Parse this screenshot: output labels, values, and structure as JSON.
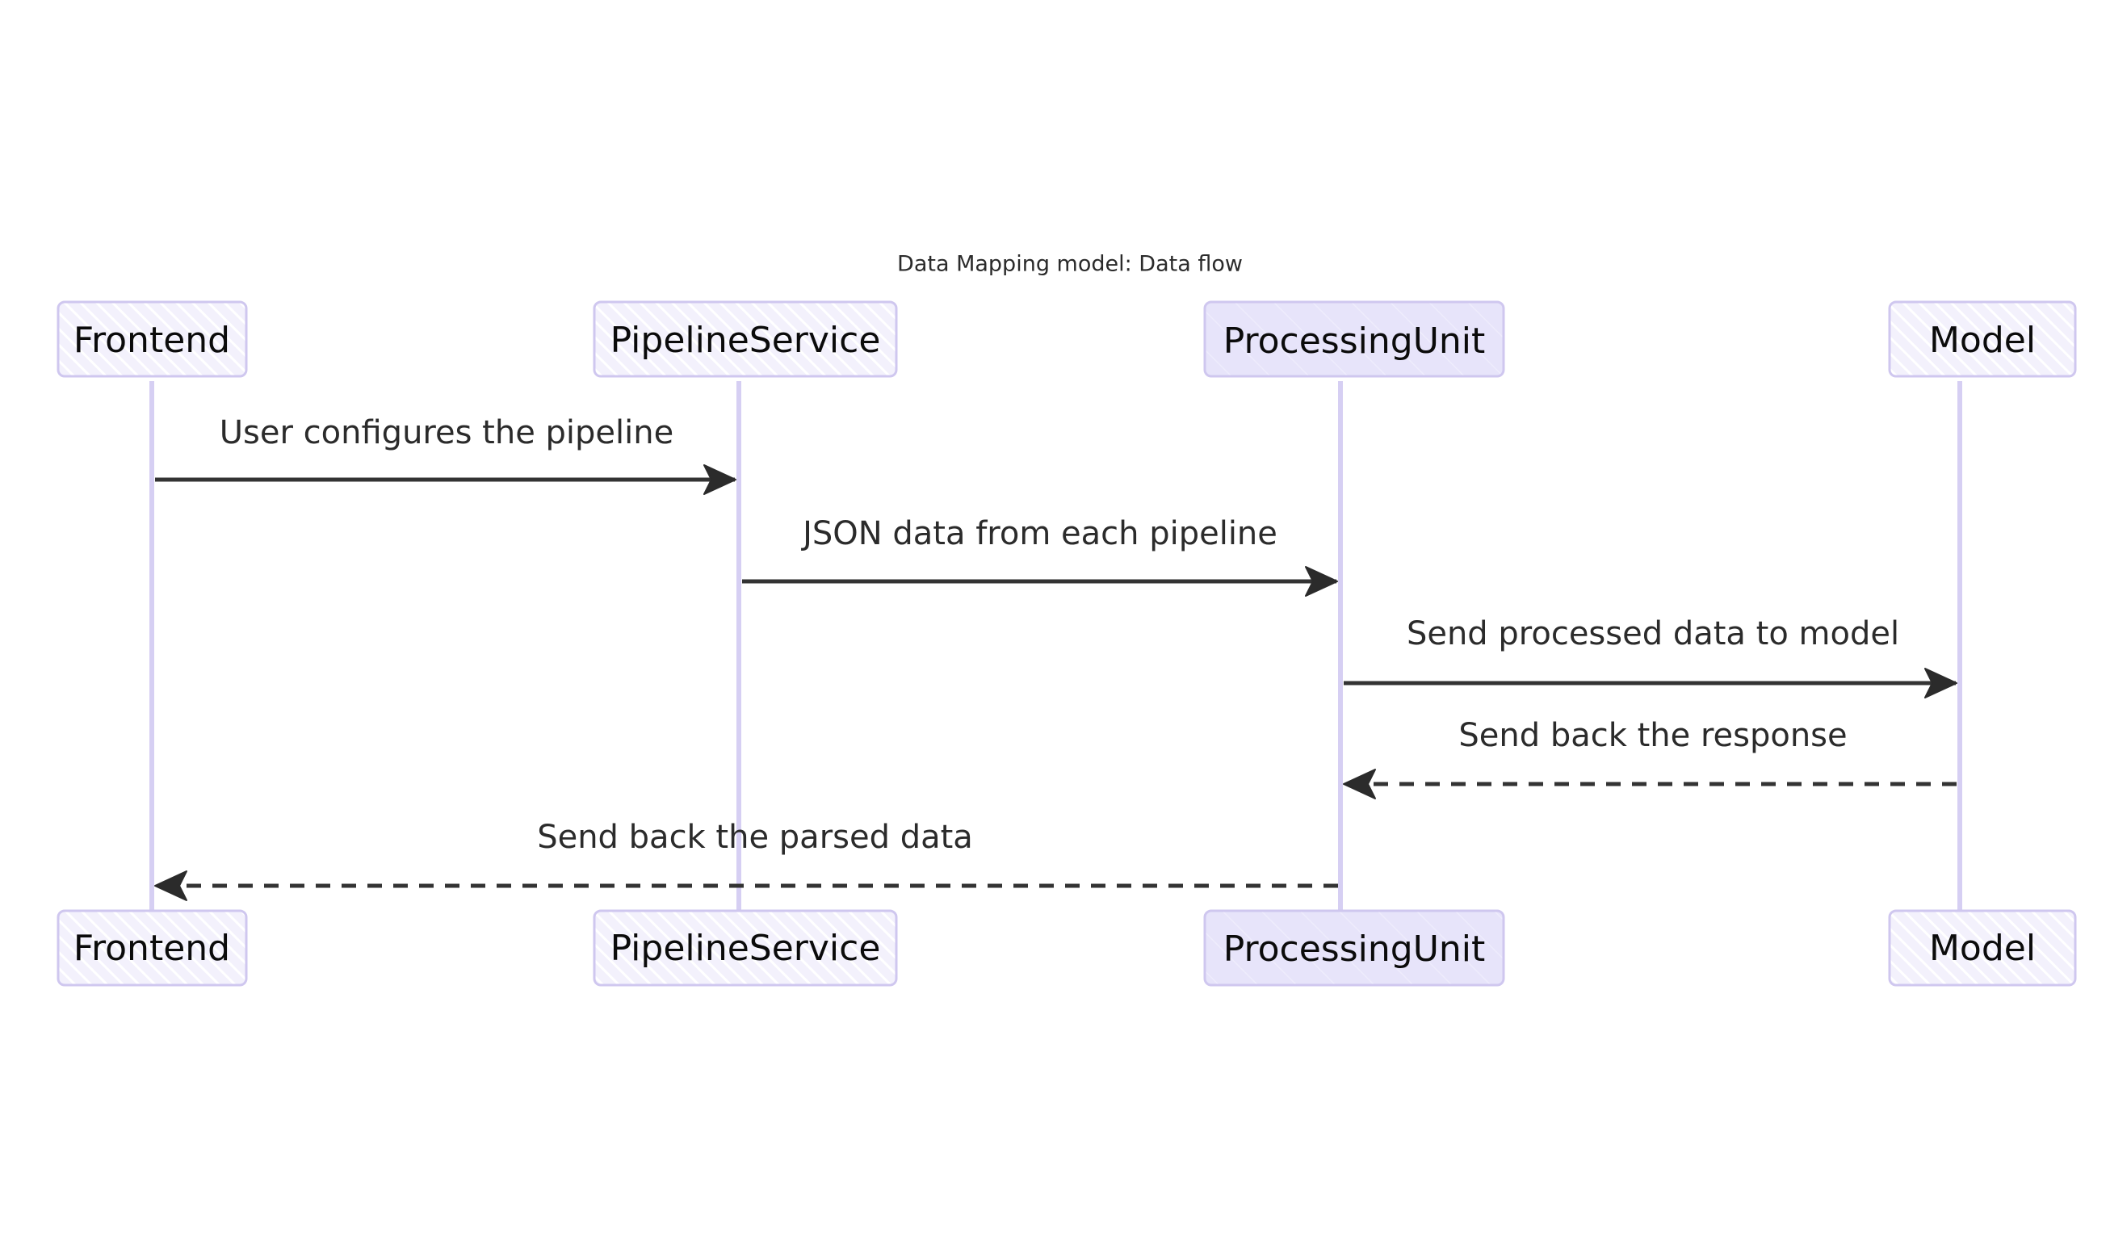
{
  "diagram": {
    "type": "sequence-diagram",
    "title": "Data Mapping model: Data flow",
    "theme": {
      "background": "#ffffff",
      "actor_fill_hatched": "#efecfb",
      "actor_fill_solid": "#e8e5fa",
      "actor_border": "#cfc7ef",
      "lifeline": "#d6cff3",
      "line": "#333333",
      "text": "#2b2b2b",
      "actor_text": "#0b0b0b"
    },
    "participants": [
      {
        "id": "frontend",
        "label": "Frontend",
        "fill_style": "hatched"
      },
      {
        "id": "pipelineservice",
        "label": "PipelineService",
        "fill_style": "hatched"
      },
      {
        "id": "processingunit",
        "label": "ProcessingUnit",
        "fill_style": "solid"
      },
      {
        "id": "model",
        "label": "Model",
        "fill_style": "hatched"
      }
    ],
    "messages": [
      {
        "index": 1,
        "label": "User configures the pipeline",
        "from": "frontend",
        "to": "pipelineservice",
        "direction": "right",
        "line": "solid",
        "arrowhead": "filled"
      },
      {
        "index": 2,
        "label": "JSON data from each pipeline",
        "from": "pipelineservice",
        "to": "processingunit",
        "direction": "right",
        "line": "solid",
        "arrowhead": "filled"
      },
      {
        "index": 3,
        "label": "Send processed data to model",
        "from": "processingunit",
        "to": "model",
        "direction": "right",
        "line": "solid",
        "arrowhead": "filled"
      },
      {
        "index": 4,
        "label": "Send back the response",
        "from": "model",
        "to": "processingunit",
        "direction": "left",
        "line": "dashed",
        "arrowhead": "filled"
      },
      {
        "index": 5,
        "label": "Send back the parsed data",
        "from": "processingunit",
        "to": "frontend",
        "direction": "left",
        "line": "dashed",
        "arrowhead": "filled"
      }
    ]
  }
}
